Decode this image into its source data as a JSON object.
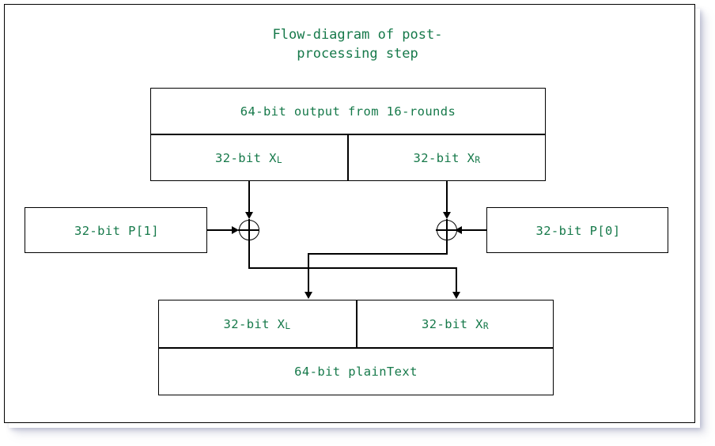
{
  "title": "Flow-diagram of post-\nprocessing step",
  "colors": {
    "text_green": "#16794a",
    "line_black": "#000000",
    "background": "#ffffff"
  },
  "diagram": {
    "top_block": {
      "header_label": "64-bit output from 16-rounds",
      "left_label_prefix": "32-bit X",
      "left_label_sub": "L",
      "right_label_prefix": "32-bit X",
      "right_label_sub": "R"
    },
    "left_key_box": {
      "label": "32-bit  P[1]"
    },
    "right_key_box": {
      "label": "32-bit  P[0]"
    },
    "operators": [
      {
        "name": "xor-left",
        "symbol": "xor-icon"
      },
      {
        "name": "xor-right",
        "symbol": "xor-icon"
      }
    ],
    "bottom_block": {
      "left_label_prefix": "32-bit X",
      "left_label_sub": "L",
      "right_label_prefix": "32-bit X",
      "right_label_sub": "R",
      "footer_label": "64-bit  plainText"
    }
  }
}
